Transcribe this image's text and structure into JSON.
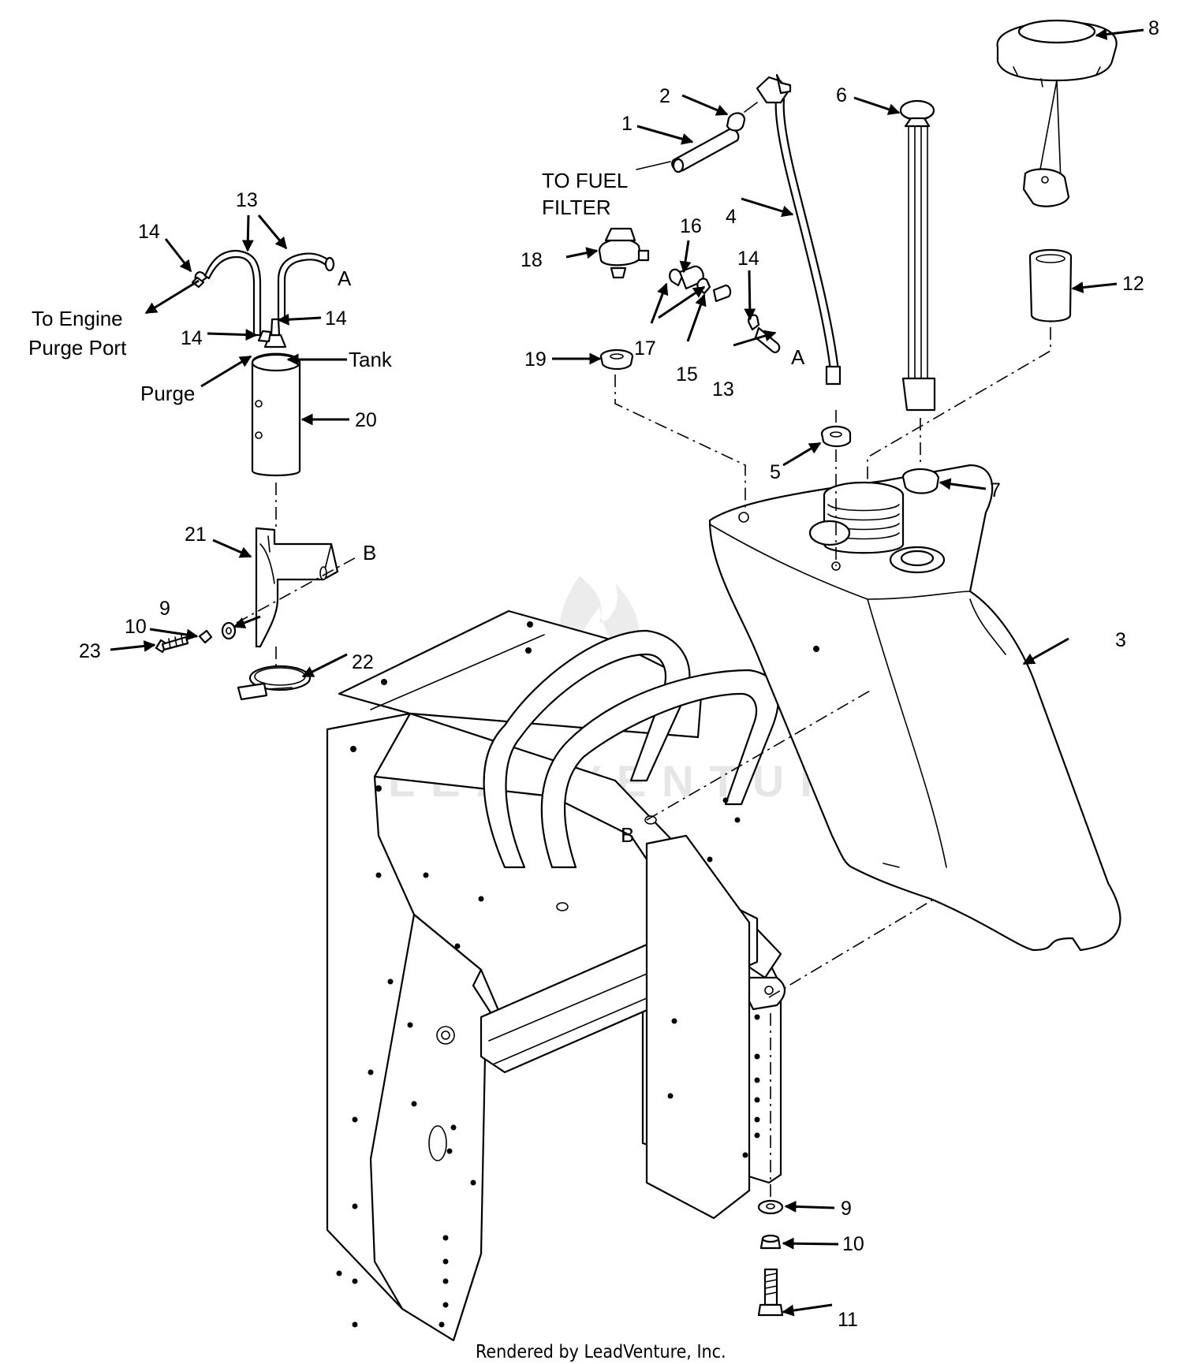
{
  "watermark": "LEADVENTURE",
  "footer": "Rendered by LeadVenture, Inc.",
  "notes": {
    "to_fuel_filter_line1": "TO FUEL",
    "to_fuel_filter_line2": "FILTER",
    "to_engine_line1": "To Engine",
    "to_engine_line2": "Purge Port",
    "purge": "Purge",
    "tank": "Tank",
    "ref_a_left": "A",
    "ref_a_right": "A",
    "ref_b_bracket": "B",
    "ref_b_frame": "B"
  },
  "callouts": {
    "c1": "1",
    "c2": "2",
    "c3": "3",
    "c4": "4",
    "c5": "5",
    "c6": "6",
    "c7": "7",
    "c8": "8",
    "c9_bracket": "9",
    "c9_bottom": "9",
    "c10_bracket": "10",
    "c10_bottom": "10",
    "c11": "11",
    "c12": "12",
    "c13_top": "13",
    "c13_right": "13",
    "c14_left": "14",
    "c14_mid_right": "14",
    "c14_mid_left": "14",
    "c14_right": "14",
    "c15": "15",
    "c16": "16",
    "c17": "17",
    "c18": "18",
    "c19": "19",
    "c20": "20",
    "c21": "21",
    "c22": "22",
    "c23": "23"
  }
}
